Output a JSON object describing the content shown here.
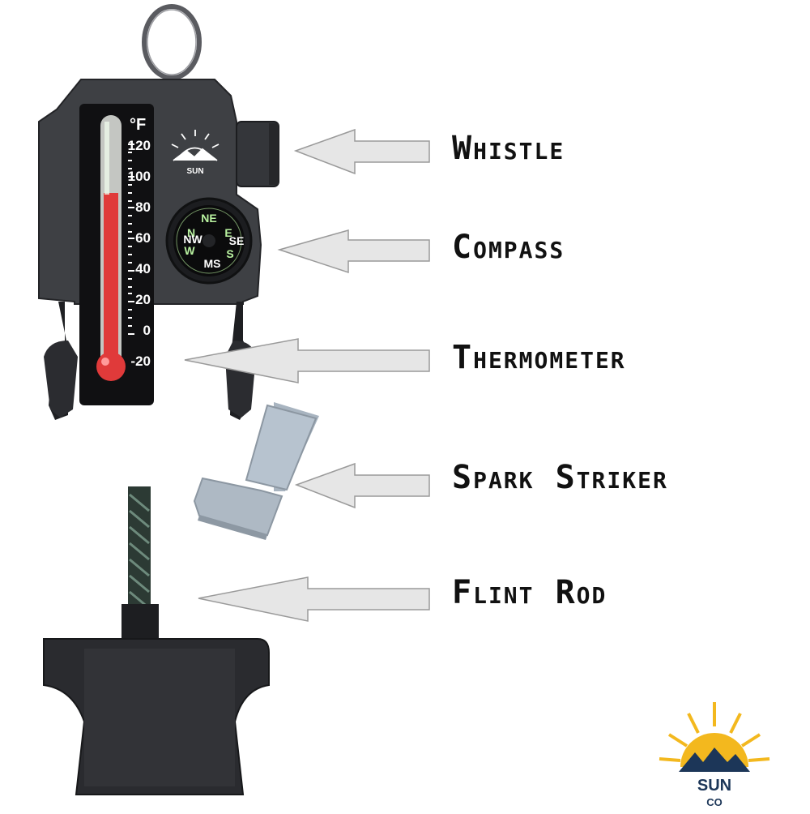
{
  "labels": {
    "whistle": "Whistle",
    "compass": "Compass",
    "thermometer": "Thermometer",
    "spark_striker": "Spark Striker",
    "flint_rod": "Flint Rod"
  },
  "thermometer": {
    "unit": "°F",
    "ticks": [
      "120",
      "100",
      "80",
      "60",
      "40",
      "20",
      "0",
      "-20"
    ]
  },
  "compass": {
    "dirs": [
      "NE",
      "N",
      "E",
      "W",
      "S",
      "SE",
      "NW",
      "MS"
    ]
  },
  "device_logo": "SUN",
  "brand_logo": {
    "line1": "SUN",
    "line2": "CO"
  },
  "colors": {
    "device": "#3e4044",
    "device_dark": "#232427",
    "arrow_fill": "#e6e6e6",
    "arrow_stroke": "#9a9a9a",
    "mercury": "#e03a3a",
    "compass_glow": "#b9f2a0",
    "sun": "#f3b81e",
    "mountain": "#1c3658"
  },
  "icons": [
    "sun-logo-icon",
    "compass-icon",
    "key-ring-icon",
    "arrow-icon"
  ]
}
